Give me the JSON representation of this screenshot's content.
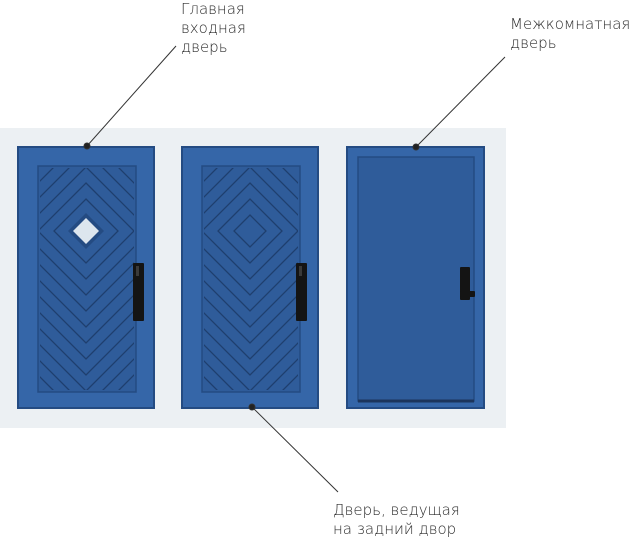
{
  "labels": {
    "main_door": [
      "Главная",
      "входная",
      "дверь"
    ],
    "interior_door": [
      "Межкомнатная",
      "дверь"
    ],
    "back_door": [
      "Дверь, ведущая",
      "на задний двор"
    ]
  },
  "colors": {
    "door_blue": "#2f5c9a",
    "door_blue_dark": "#244b82",
    "door_frame": "#3566a8",
    "panel_line": "#1f3f6e",
    "handle": "#141414",
    "window_glass": "#dde6ee",
    "backdrop": "#ecf0f3",
    "leader_line": "#333333"
  },
  "icons": {
    "main_door": "door-with-diamond-window-icon",
    "back_door": "door-with-chevron-panel-icon",
    "interior_door": "plain-flat-door-icon"
  }
}
